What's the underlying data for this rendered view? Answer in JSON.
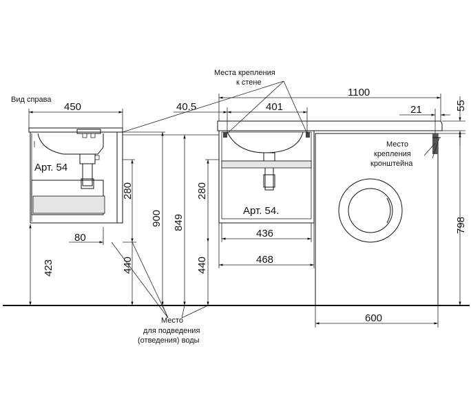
{
  "labels": {
    "side_view": "Вид  справа",
    "mount_points_l1": "Места крепления",
    "mount_points_l2": "к стене",
    "bracket_l1": "Место",
    "bracket_l2": "крепления",
    "bracket_l3": "кронштейна",
    "water_l1": "Место",
    "water_l2": "для подведения",
    "water_l3": "(отведения) воды",
    "art_side": "Арт. 54",
    "art_front": "Арт. 54."
  },
  "dimensions": {
    "side_depth": "450",
    "side_floor_height": "423",
    "side_offset": "80",
    "side_pipe_height": "280",
    "side_pipe_floor": "440",
    "offset_40_5": "40.5",
    "height_900": "900",
    "height_849": "849",
    "front_pipe_height": "280",
    "front_pipe_floor": "440",
    "mount_span": "401",
    "total_width": "1100",
    "edge_offset": "21",
    "top_thickness": "55",
    "cabinet_inner": "436",
    "cabinet_outer": "468",
    "machine_height": "798",
    "machine_width": "600"
  }
}
